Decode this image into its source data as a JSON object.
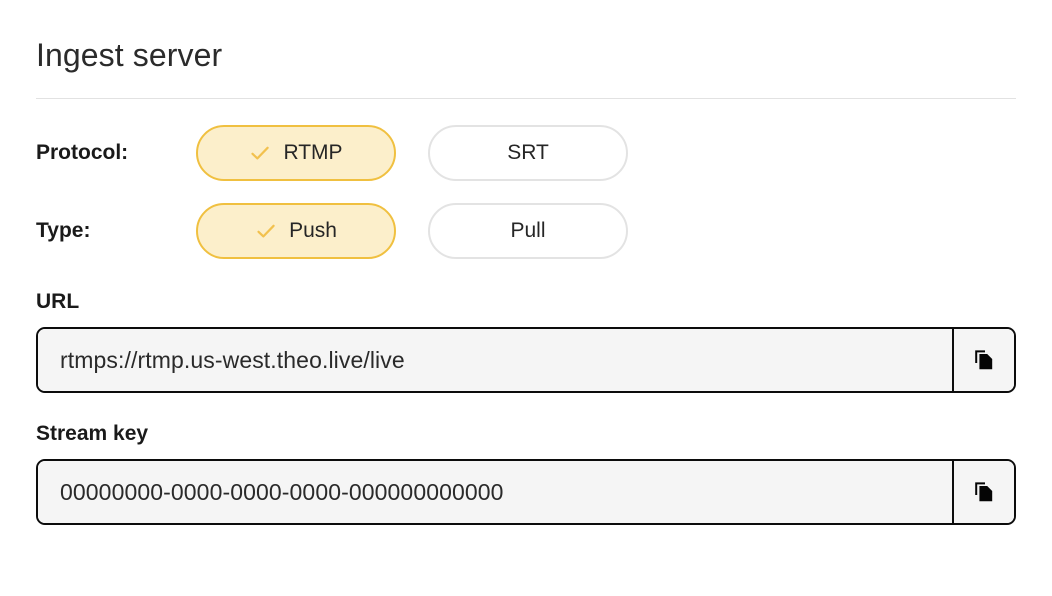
{
  "panel": {
    "title": "Ingest server"
  },
  "protocol": {
    "label": "Protocol:",
    "options": [
      {
        "label": "RTMP",
        "selected": true
      },
      {
        "label": "SRT",
        "selected": false
      }
    ]
  },
  "type": {
    "label": "Type:",
    "options": [
      {
        "label": "Push",
        "selected": true
      },
      {
        "label": "Pull",
        "selected": false
      }
    ]
  },
  "url_field": {
    "label": "URL",
    "value": "rtmps://rtmp.us-west.theo.live/live",
    "copy_icon": "copy-icon"
  },
  "stream_key_field": {
    "label": "Stream key",
    "value": "00000000-0000-0000-0000-000000000000",
    "copy_icon": "copy-icon"
  },
  "icons": {
    "check": "check-icon"
  },
  "colors": {
    "selected_fill": "#fcefcb",
    "selected_border": "#f0c040",
    "check_mark": "#f2c14e",
    "unselected_border": "#e3e3e3",
    "field_border": "#0c0c0c",
    "field_fill": "#f5f5f5",
    "title_text": "#2b2b2b",
    "divider": "#e2e2e2"
  }
}
